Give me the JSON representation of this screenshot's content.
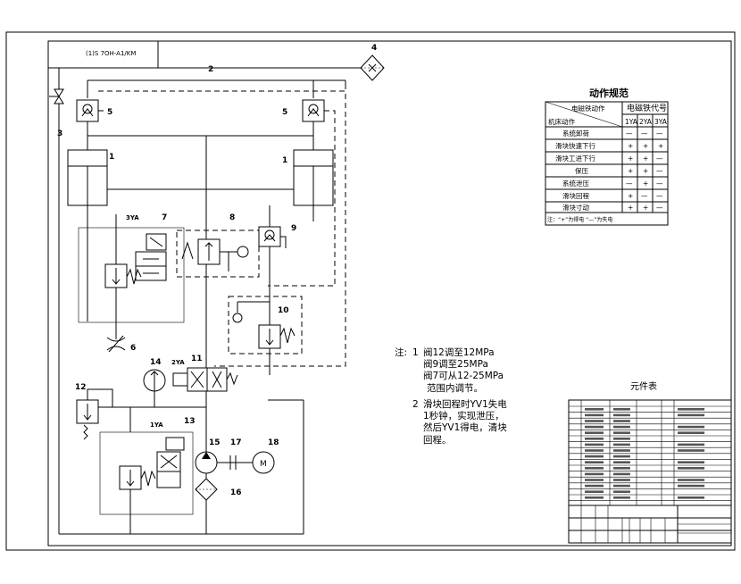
{
  "title_block_cell": "(1)S 7OH-A1/KM",
  "component_numbers": {
    "reservoir_line": "2",
    "filter_top": "4",
    "check_valve_left": "5",
    "check_valve_right": "5",
    "manual_valve": "3",
    "cylinder_left": "1",
    "cylinder_right": "1",
    "valve_group_7": "7",
    "solenoid_3YA": "3YA",
    "pressure_valve_8": "8",
    "check_valve_9": "9",
    "relief_valve_10": "10",
    "throttle_6": "6",
    "pressure_gauge_14": "14",
    "solenoid_2YA": "2YA",
    "directional_valve_11": "11",
    "relief_valve_12": "12",
    "solenoid_1YA": "1YA",
    "valve_group_13": "13",
    "pump_15": "15",
    "coupling_17": "17",
    "motor_18": "18",
    "filter_16": "16",
    "motor_label": "M"
  },
  "action_table": {
    "title": "动作规范",
    "header_left_top": "电磁铁动作",
    "header_left_bottom": "机床动作",
    "header_right": "电磁铁代号",
    "columns": [
      "1YA",
      "2YA",
      "3YA"
    ],
    "rows": [
      {
        "action": "系统卸荷",
        "values": [
          "—",
          "—",
          "—"
        ]
      },
      {
        "action": "滑块快速下行",
        "values": [
          "+",
          "+",
          "+"
        ]
      },
      {
        "action": "滑块工进下行",
        "values": [
          "+",
          "+",
          "—"
        ]
      },
      {
        "action": "保压",
        "values": [
          "+",
          "+",
          "—"
        ]
      },
      {
        "action": "系统泄压",
        "values": [
          "—",
          "+",
          "—"
        ]
      },
      {
        "action": "滑块回程",
        "values": [
          "+",
          "—",
          "—"
        ]
      },
      {
        "action": "滑块寸动",
        "values": [
          "+",
          "+",
          "—"
        ]
      }
    ],
    "footnote": "注：“+”为得电 “—”为失电"
  },
  "notes": {
    "prefix": "注:",
    "item1_num": "1",
    "item1_lines": [
      "阀12调至12MPa",
      "阀9调至25MPa",
      "阀7可从12-25MPa",
      "范围内调节。"
    ],
    "item2_num": "2",
    "item2_lines": [
      "滑块回程时YV1失电",
      "1秒钟，实现泄压，",
      "然后YV1得电，清块",
      "回程。"
    ]
  },
  "parts_list": {
    "title": "元件表"
  }
}
